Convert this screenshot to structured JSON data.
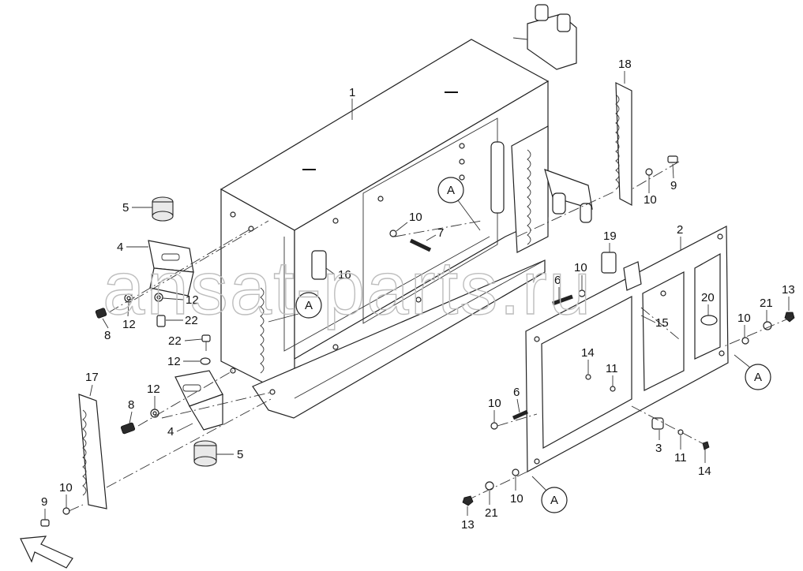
{
  "watermark": "ansat-parts.ru",
  "detail_ref": "A",
  "labels": {
    "p1": "1",
    "p2": "2",
    "p3": "3",
    "p4a": "4",
    "p4b": "4",
    "p5a": "5",
    "p5b": "5",
    "p6a": "6",
    "p6b": "6",
    "p7": "7",
    "p8a": "8",
    "p8b": "8",
    "p9a": "9",
    "p9b": "9",
    "p10a": "10",
    "p10b": "10",
    "p10c": "10",
    "p10d": "10",
    "p10e": "10",
    "p10f": "10",
    "p10g": "10",
    "p11a": "11",
    "p11b": "11",
    "p12a": "12",
    "p12b": "12",
    "p12c": "12",
    "p12d": "12",
    "p13a": "13",
    "p13b": "13",
    "p14a": "14",
    "p14b": "14",
    "p15": "15",
    "p16": "16",
    "p17": "17",
    "p18": "18",
    "p19": "19",
    "p20": "20",
    "p21a": "21",
    "p21b": "21",
    "p22a": "22",
    "p22b": "22"
  }
}
